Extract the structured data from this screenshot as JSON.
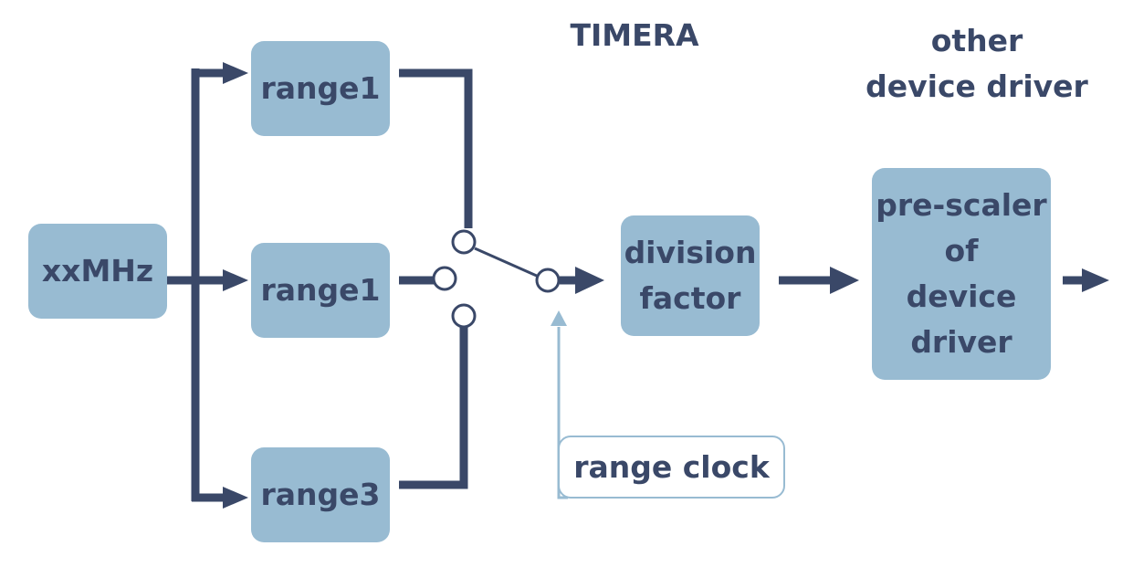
{
  "title": "TIMERA",
  "other_label": {
    "line1": "other",
    "line2": "device driver"
  },
  "blocks": {
    "source": "xxMHz",
    "range_top": "range1",
    "range_middle": "range1",
    "range_bottom": "range3",
    "division": {
      "line1": "division",
      "line2": "factor"
    },
    "prescaler": {
      "line1": "pre-scaler",
      "line2": "of",
      "line3": "device",
      "line4": "driver"
    }
  },
  "range_clock": "range clock",
  "colors": {
    "box_fill": "#98bbd2",
    "line": "#3a4868",
    "outline": "#98bbd2",
    "text": "#3a4868"
  }
}
